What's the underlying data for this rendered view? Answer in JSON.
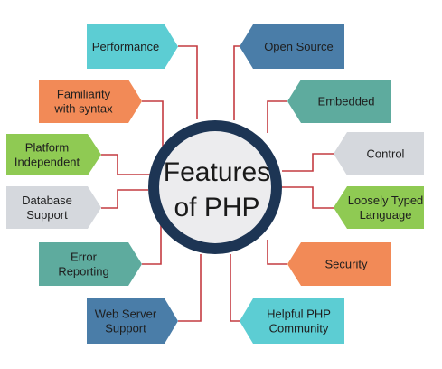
{
  "center": {
    "line1": "Features",
    "line2": "of PHP",
    "ring_color": "#1d3554",
    "fill_color": "#ececee"
  },
  "connector_color": "#c43b41",
  "features": [
    {
      "id": "performance",
      "lines": [
        "Performance"
      ],
      "color": "#5ccdd3",
      "icon": "arrow-tag-right"
    },
    {
      "id": "familiarity",
      "lines": [
        "Familiarity",
        "with syntax"
      ],
      "color": "#f28a57",
      "icon": "arrow-tag-right"
    },
    {
      "id": "platform",
      "lines": [
        "Platform",
        "Independent"
      ],
      "color": "#8fca53",
      "icon": "arrow-tag-right"
    },
    {
      "id": "database",
      "lines": [
        "Database",
        "Support"
      ],
      "color": "#d5d8dd",
      "icon": "arrow-tag-right"
    },
    {
      "id": "error",
      "lines": [
        "Error",
        "Reporting"
      ],
      "color": "#5eab9e",
      "icon": "arrow-tag-right"
    },
    {
      "id": "webserver",
      "lines": [
        "Web Server",
        "Support"
      ],
      "color": "#4a7da8",
      "icon": "arrow-tag-right"
    },
    {
      "id": "opensource",
      "lines": [
        "Open Source"
      ],
      "color": "#4a7da8",
      "icon": "arrow-tag-left"
    },
    {
      "id": "embedded",
      "lines": [
        "Embedded"
      ],
      "color": "#5eab9e",
      "icon": "arrow-tag-left"
    },
    {
      "id": "control",
      "lines": [
        "Control"
      ],
      "color": "#d5d8dd",
      "icon": "arrow-tag-left"
    },
    {
      "id": "loosely",
      "lines": [
        "Loosely Typed",
        "Language"
      ],
      "color": "#8fca53",
      "icon": "arrow-tag-left"
    },
    {
      "id": "security",
      "lines": [
        "Security"
      ],
      "color": "#f28a57",
      "icon": "arrow-tag-left"
    },
    {
      "id": "helpful",
      "lines": [
        "Helpful PHP",
        "Community"
      ],
      "color": "#5ccdd3",
      "icon": "arrow-tag-left"
    }
  ]
}
